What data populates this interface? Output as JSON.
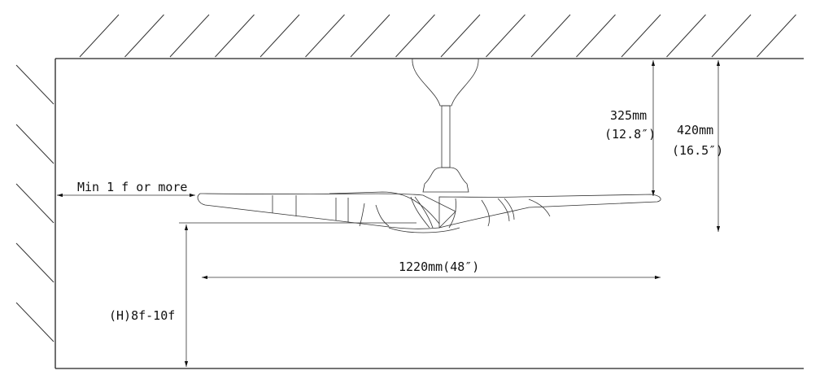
{
  "diagram": {
    "title": "Ceiling fan installation dimensions",
    "labels": {
      "wall_clearance": "Min 1 f or more",
      "floor_height": "(H)8f-10f",
      "blade_span": "1220mm(48″)",
      "blade_drop_mm": "325mm",
      "blade_drop_in": "(12.8″)",
      "total_drop_mm": "420mm",
      "total_drop_in": "(16.5″)"
    },
    "line_color": "#222222"
  }
}
